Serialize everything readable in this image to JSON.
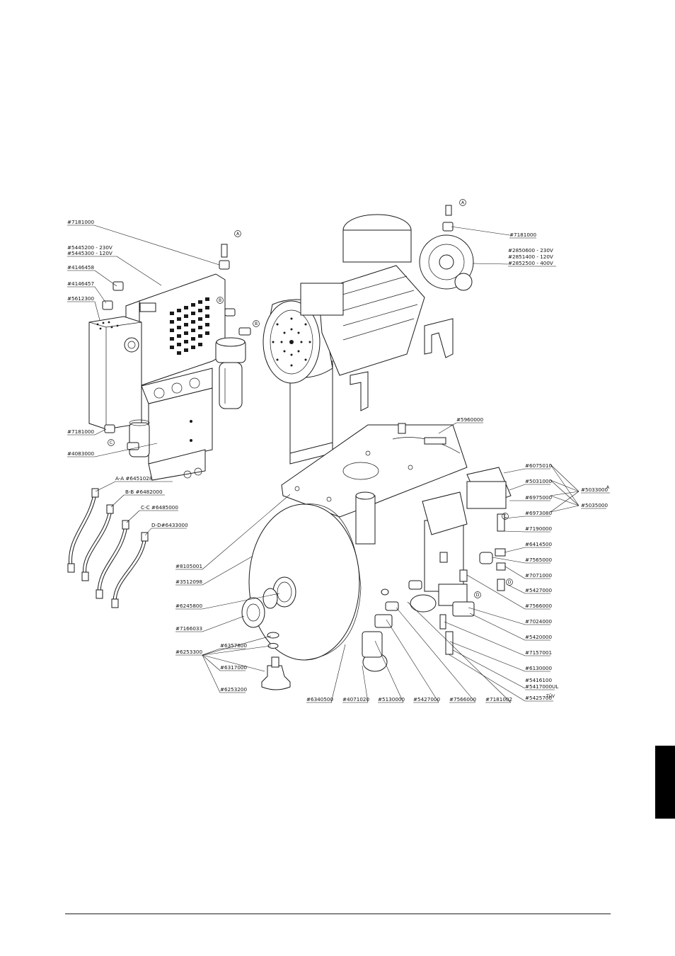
{
  "diagram": {
    "labels": [
      {
        "id": "l01",
        "text": "#7181000"
      },
      {
        "id": "l02",
        "text": "#5445200  -  230V"
      },
      {
        "id": "l03",
        "text": "#5445300  -  120V"
      },
      {
        "id": "l04",
        "text": "#4146458"
      },
      {
        "id": "l05",
        "text": "#4146457"
      },
      {
        "id": "l06",
        "text": "#5612300"
      },
      {
        "id": "l07",
        "text": "#7181000"
      },
      {
        "id": "l08",
        "text": "#4083000"
      },
      {
        "id": "l09",
        "text": "A-A  #6451028"
      },
      {
        "id": "l10",
        "text": "B-B  #6482000"
      },
      {
        "id": "l11",
        "text": "C-C  #6485000"
      },
      {
        "id": "l12",
        "text": "D-D#6433000"
      },
      {
        "id": "l13",
        "text": "#7181000"
      },
      {
        "id": "l14",
        "text": "#2850600  -  230V"
      },
      {
        "id": "l15",
        "text": "#2851400  -  120V"
      },
      {
        "id": "l16",
        "text": "#2852500  -  400V"
      },
      {
        "id": "l17",
        "text": "#5960000"
      },
      {
        "id": "l18",
        "text": "#6075010"
      },
      {
        "id": "l19",
        "text": "#5031000"
      },
      {
        "id": "l20",
        "text": "#6975000"
      },
      {
        "id": "l21",
        "text": "#6973080"
      },
      {
        "id": "l22",
        "text": "#5033000"
      },
      {
        "id": "l23",
        "text": "#5035000"
      },
      {
        "id": "l24",
        "text": "#7190000"
      },
      {
        "id": "l25",
        "text": "#6414500"
      },
      {
        "id": "l26",
        "text": "#7565000"
      },
      {
        "id": "l27",
        "text": "#7071000"
      },
      {
        "id": "l28",
        "text": "#5427000"
      },
      {
        "id": "l29",
        "text": "#7566000"
      },
      {
        "id": "l30",
        "text": "#7024000"
      },
      {
        "id": "l31",
        "text": "#5420000"
      },
      {
        "id": "l32",
        "text": "#7157001"
      },
      {
        "id": "l33",
        "text": "#6130000"
      },
      {
        "id": "l34",
        "text": "#5416100"
      },
      {
        "id": "l35",
        "text": "#5417000UL"
      },
      {
        "id": "l36",
        "text": "#5425700"
      },
      {
        "id": "l37",
        "text": "#8105001"
      },
      {
        "id": "l38",
        "text": "#3512098"
      },
      {
        "id": "l39",
        "text": "#6245800"
      },
      {
        "id": "l40",
        "text": "#7166033"
      },
      {
        "id": "l41",
        "text": "#6253300"
      },
      {
        "id": "l42",
        "text": "#6357800"
      },
      {
        "id": "l43",
        "text": "#6317000"
      },
      {
        "id": "l44",
        "text": "#6253200"
      },
      {
        "id": "l45",
        "text": "#6340500"
      },
      {
        "id": "l46",
        "text": "#4071020"
      },
      {
        "id": "l47",
        "text": "#5130000"
      },
      {
        "id": "l48",
        "text": "#5427000"
      },
      {
        "id": "l49",
        "text": "#7566000"
      },
      {
        "id": "l50",
        "text": "#7181002"
      }
    ],
    "superscripts": [
      {
        "id": "s1",
        "text": "A"
      },
      {
        "id": "s2",
        "text": "TÜV"
      }
    ],
    "connector_letters": [
      {
        "id": "c1",
        "text": "A"
      },
      {
        "id": "c2",
        "text": "B"
      },
      {
        "id": "c3",
        "text": "B"
      },
      {
        "id": "c4",
        "text": "C"
      },
      {
        "id": "c5",
        "text": "A"
      },
      {
        "id": "c6",
        "text": "C"
      },
      {
        "id": "c7",
        "text": "D"
      },
      {
        "id": "c8",
        "text": "D"
      }
    ]
  },
  "page": {
    "tab_color": "#000000",
    "rule_color": "#222222"
  }
}
